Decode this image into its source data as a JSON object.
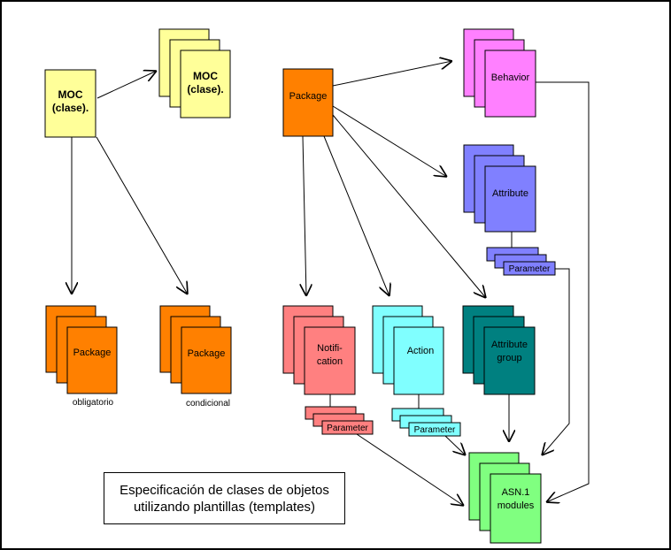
{
  "colors": {
    "moc": "#ffff99",
    "package": "#ff8000",
    "behavior": "#ff80ff",
    "attribute": "#8080ff",
    "notification": "#ff8080",
    "action": "#80ffff",
    "attribute_group": "#008080",
    "asn1": "#80ff80",
    "line": "#000000"
  },
  "labels": {
    "moc_single_line1": "MOC",
    "moc_single_line2": "(clase).",
    "moc_stack_line1": "MOC",
    "moc_stack_line2": "(clase).",
    "package_main": "Package",
    "behavior": "Behavior",
    "attribute": "Attribute",
    "attribute_parameter": "Parameter",
    "package_obligatorio": "Package",
    "package_obligatorio_caption": "obligatorio",
    "package_condicional": "Package",
    "package_condicional_caption": "condicional",
    "notification_line1": "Notifi-",
    "notification_line2": "cation",
    "notification_parameter": "Parameter",
    "action": "Action",
    "action_parameter": "Parameter",
    "attribute_group_line1": "Attribute",
    "attribute_group_line2": "group",
    "asn1_line1": "ASN.1",
    "asn1_line2": "modules"
  },
  "caption": {
    "line1": "Especificación de clases de objetos",
    "line2": "utilizando plantillas (templates)"
  }
}
